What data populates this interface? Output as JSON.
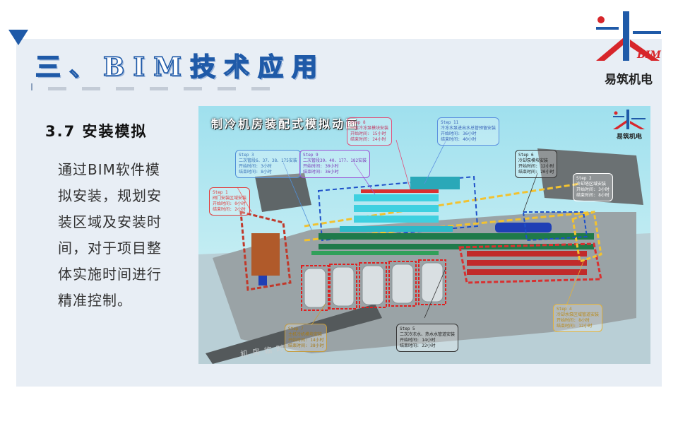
{
  "slide": {
    "title": "三、BIM技术应用",
    "logo": {
      "mark_text": "BIM",
      "name": "易筑机电"
    },
    "section_heading": "3.7 安装模拟",
    "body_text": "通过BIM软件模拟安装，规划安装区域及安装时间，对于项目整体实施时间进行精准控制。"
  },
  "simulation": {
    "title": "制冷机房装配式模拟动画",
    "logo_name": "易筑机电",
    "watermark": "机房临时",
    "steps": [
      {
        "id": "step1",
        "label": "Step 1",
        "desc": "阀门安装区域安装",
        "start": "开始时间: 0小时",
        "end": "结束时间: 2小时",
        "color": "#e23b3b"
      },
      {
        "id": "step3",
        "label": "Step 3",
        "desc": "二次管段6、37、38、175安装",
        "start": "开始时间: 3小时",
        "end": "结束时间: 8小时",
        "color": "#4f8fd8"
      },
      {
        "id": "step8",
        "label": "Step 8",
        "desc": "一层冷冻泵模块安装",
        "start": "开始时间: 15小时",
        "end": "结束时间: 24小时",
        "color": "#e0507a"
      },
      {
        "id": "step9",
        "label": "Step 9",
        "desc": "二次管段39、40、177、182安装",
        "start": "开始时间: 30小时",
        "end": "结束时间: 36小时",
        "color": "#9a52d6"
      },
      {
        "id": "step11",
        "label": "Step 11",
        "desc": "冷冻水泵进出水总管预留安装",
        "start": "开始时间: 36小时",
        "end": "结束时间: 40小时",
        "color": "#5b8fe0"
      },
      {
        "id": "step6",
        "label": "Step 6",
        "desc": "冷却泵模块安装",
        "start": "开始时间: 12小时",
        "end": "结束时间: 20小时",
        "color": "#333333"
      },
      {
        "id": "step2",
        "label": "Step 2",
        "desc": "冷却塔区域安装",
        "start": "开始时间: 3小时",
        "end": "结束时间: 8小时",
        "color": "#ffffff"
      },
      {
        "id": "step4",
        "label": "Step 4",
        "desc": "冷却水泵区域管道安装",
        "start": "开始时间: 8小时",
        "end": "结束时间: 12小时",
        "color": "#e2b23b"
      },
      {
        "id": "step7",
        "label": "Step 7",
        "desc": "主机冷机模块安装",
        "start": "开始时间: 14小时",
        "end": "结束时间: 38小时",
        "color": "#c59a3a"
      },
      {
        "id": "step5",
        "label": "Step 5",
        "desc": "二次冷冻水、热水水管道安装",
        "start": "开始时间: 14小时",
        "end": "结束时间: 22小时",
        "color": "#333333"
      }
    ]
  },
  "colors": {
    "accent": "#1f5aa8",
    "panel_bg": "#e8eef5",
    "logo_red": "#d7262b"
  }
}
